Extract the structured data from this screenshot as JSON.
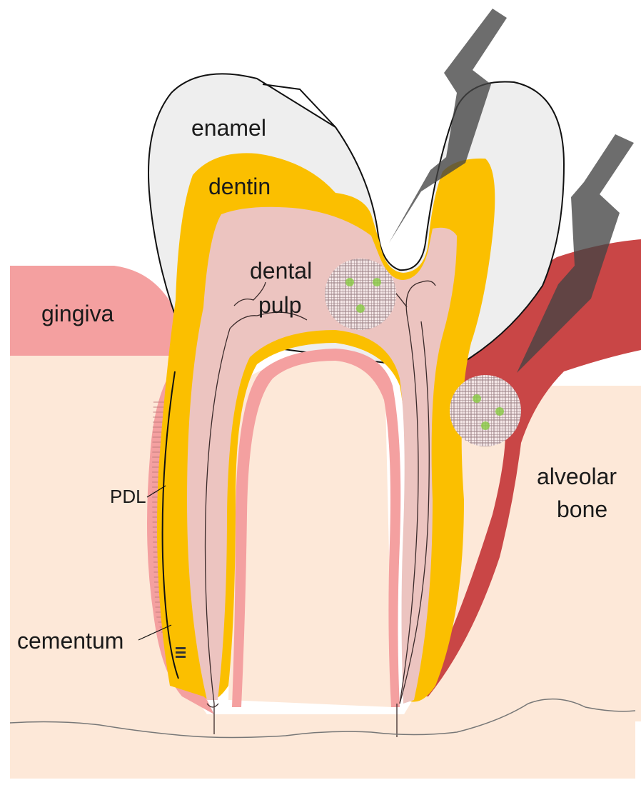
{
  "labels": {
    "enamel": "enamel",
    "dentin": "dentin",
    "dental": "dental",
    "pulp": "pulp",
    "gingiva": "gingiva",
    "alveolar": "alveolar",
    "bone": "bone",
    "pdl": "PDL",
    "cementum": "cementum"
  },
  "colors": {
    "soft_tissue": "#fde8d8",
    "gingiva": "#f4a0a0",
    "alveolar_bone_red": "#c94646",
    "enamel": "#eeeeee",
    "dentin": "#fbbf00",
    "pulp": "#ecc4c0",
    "root_layer": "#f4a0a0",
    "lightning": "#555555"
  }
}
